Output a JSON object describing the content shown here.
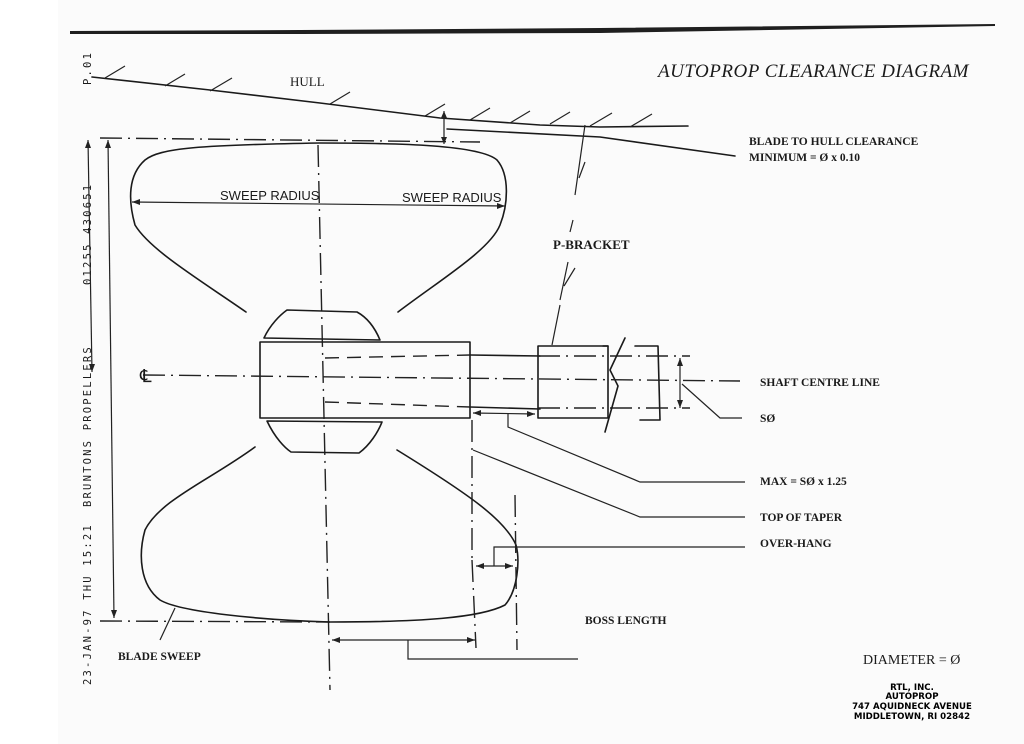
{
  "document": {
    "title": "AUTOPROP CLEARANCE DIAGRAM",
    "page_marker": "P.01",
    "fax_header": {
      "phone": "01255 430651",
      "sender": "BRUNTONS PROPELLERS",
      "timestamp": "23-JAN-97 THU 15:21"
    }
  },
  "labels": {
    "hull": "HULL",
    "blade_to_hull_line1": "BLADE TO HULL CLEARANCE",
    "blade_to_hull_line2": "MINIMUM = Ø x 0.10",
    "sweep_radius_left": "SWEEP RADIUS",
    "sweep_radius_right": "SWEEP RADIUS",
    "p_bracket": "P-BRACKET",
    "shaft_centre_line": "SHAFT CENTRE LINE",
    "shaft_diameter": "SØ",
    "max": "MAX = SØ x 1.25",
    "top_of_taper": "TOP OF TAPER",
    "over_hang": "OVER-HANG",
    "boss_length": "BOSS LENGTH",
    "blade_sweep": "BLADE SWEEP",
    "diameter": "DIAMETER = Ø",
    "centreline_symbol": "℄"
  },
  "stamp": {
    "line1": "RTL, INC.",
    "line2": "AUTOPROP",
    "line3": "747 AQUIDNECK AVENUE",
    "line4": "MIDDLETOWN, RI 02842"
  },
  "colors": {
    "ink": "#1a1a1a",
    "paper": "#fbfbfb"
  }
}
